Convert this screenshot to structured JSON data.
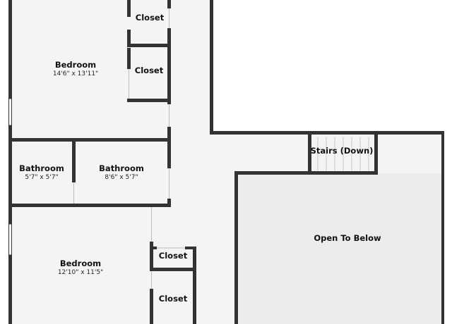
{
  "rooms": {
    "bedroom_top": {
      "name": "Bedroom",
      "dims": "14'6\" x 13'11\""
    },
    "closet_top_1": {
      "name": "Closet"
    },
    "closet_top_2": {
      "name": "Closet"
    },
    "bathroom_left": {
      "name": "Bathroom",
      "dims": "5'7\" x 5'7\""
    },
    "bathroom_right": {
      "name": "Bathroom",
      "dims": "8'6\" x 5'7\""
    },
    "stairs": {
      "name": "Stairs (Down)"
    },
    "open_to_below": {
      "name": "Open To Below"
    },
    "bedroom_bottom": {
      "name": "Bedroom",
      "dims": "12'10\" x 11'5\""
    },
    "closet_bottom_1": {
      "name": "Closet"
    },
    "closet_bottom_2": {
      "name": "Closet"
    }
  },
  "colors": {
    "wall": "#333333",
    "floor": "#f4f4f4",
    "open_area": "#ececec",
    "exterior": "#ffffff"
  }
}
